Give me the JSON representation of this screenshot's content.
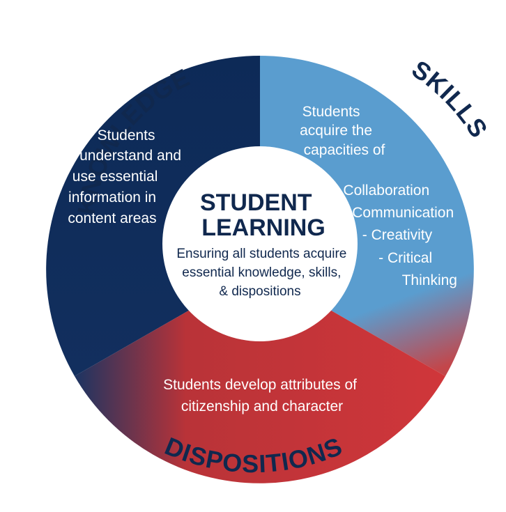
{
  "segments": {
    "knowledge": {
      "title": "KNOWLEDGE",
      "color": "#0f2d5c",
      "lines": [
        "Students",
        "understand and",
        "use essential",
        "information in",
        "content areas"
      ]
    },
    "skills": {
      "title": "SKILLS",
      "color": "#5b9ccc",
      "lines": [
        "Students",
        "acquire the",
        "capacities of",
        "- Collaboration",
        "- Communication",
        "- Creativity",
        "- Critical",
        "Thinking"
      ]
    },
    "dispositions": {
      "title": "DISPOSITIONS",
      "color": "#cd3433",
      "lines": [
        "Students develop attributes of",
        "citizenship and character"
      ]
    }
  },
  "center": {
    "title_lines": [
      "STUDENT",
      "LEARNING"
    ],
    "subtitle_lines": [
      "Ensuring all students acquire",
      "essential knowledge, skills,",
      "& dispositions"
    ],
    "title_color": "#10284e"
  }
}
